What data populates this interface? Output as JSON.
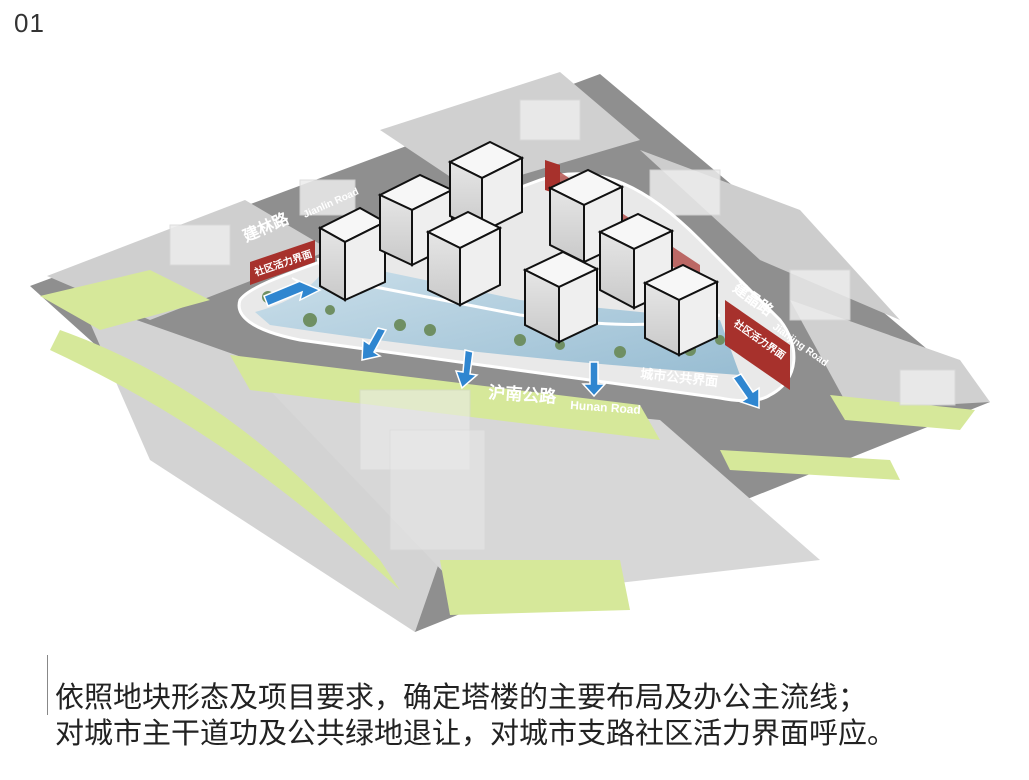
{
  "page_number": "01",
  "roads": {
    "jianlin": {
      "cn": "建林路",
      "en": "Jianlin Road"
    },
    "jianjing": {
      "cn": "建晶路",
      "en": "Jianjing Road"
    },
    "hunan": {
      "cn": "沪南公路",
      "en": "Hunan Road"
    }
  },
  "interfaces": {
    "community_left": "社区活力界面",
    "community_right": "社区活力界面",
    "urban_public": "城市公共界面"
  },
  "caption": {
    "line1": "依照地块形态及项目要求，确定塔楼的主要布局及办公主流线；",
    "line2": "对城市主干道功及公共绿地退让，对城市支路社区活力界面呼应。"
  },
  "colors": {
    "road": "#8f8f8f",
    "ground": "#d3d3d3",
    "green_strip": "#d6e89a",
    "plaza": "#a9c8da",
    "arrow": "#2f86d0",
    "band": "#a7312c",
    "tower": "#f4f4f4"
  }
}
